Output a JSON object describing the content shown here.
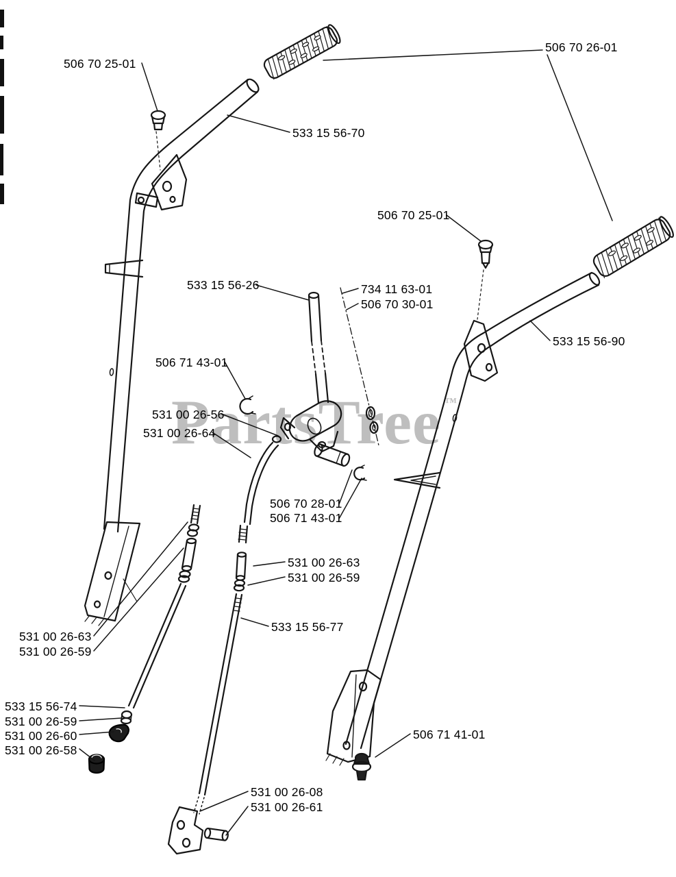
{
  "brand_watermark": {
    "text": "PartsTree",
    "trademark": "™"
  },
  "labels": [
    {
      "part": "506 70 25-01"
    },
    {
      "part": "506 70 26-01"
    },
    {
      "part": "533 15 56-70"
    },
    {
      "part": "506 70 25-01"
    },
    {
      "part": "533 15 56-26"
    },
    {
      "part": "734 11 63-01"
    },
    {
      "part": "506 70 30-01"
    },
    {
      "part": "533 15 56-90"
    },
    {
      "part": "506 71 43-01"
    },
    {
      "part": "531 00 26-56"
    },
    {
      "part": "531 00 26-64"
    },
    {
      "part": "506 70 28-01"
    },
    {
      "part": "506 71 43-01"
    },
    {
      "part": "531 00 26-63"
    },
    {
      "part": "531 00 26-59"
    },
    {
      "part": "533 15 56-77"
    },
    {
      "part": "531 00 26-63"
    },
    {
      "part": "531 00 26-59"
    },
    {
      "part": "533 15 56-74"
    },
    {
      "part": "531 00 26-59"
    },
    {
      "part": "531 00 26-60"
    },
    {
      "part": "531 00 26-58"
    },
    {
      "part": "506 71 41-01"
    },
    {
      "part": "531 00 26-08"
    },
    {
      "part": "531 00 26-61"
    }
  ]
}
